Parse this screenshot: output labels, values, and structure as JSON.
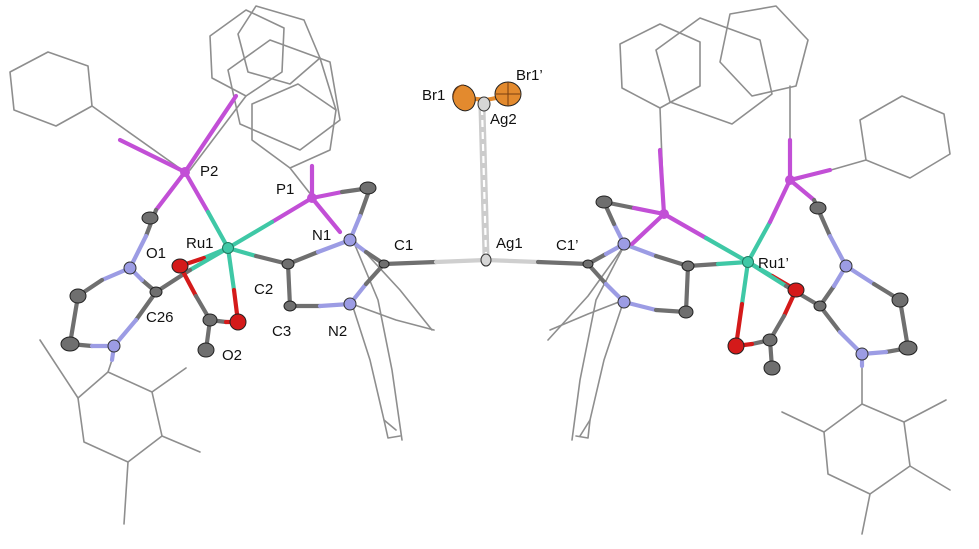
{
  "colors": {
    "background": "#ffffff",
    "carbon_wire": "#8e8e8e",
    "carbon_atom": "#6f6f6f",
    "phosphorus": "#c24fd6",
    "ruthenium": "#3fc8a6",
    "oxygen": "#d41a1a",
    "nitrogen": "#9c9ce4",
    "bromine": "#e38a2e",
    "silver": "#d6d6d6",
    "label_text": "#111111"
  },
  "labels": {
    "br1": "Br1",
    "br1p": "Br1’",
    "ag2": "Ag2",
    "p2": "P2",
    "p1": "P1",
    "o1": "O1",
    "ru1": "Ru1",
    "n1": "N1",
    "c1": "C1",
    "ag1": "Ag1",
    "c1p": "C1’",
    "ru1p": "Ru1’",
    "c2": "C2",
    "c26": "C26",
    "c3": "C3",
    "n2": "N2",
    "o2": "O2"
  }
}
